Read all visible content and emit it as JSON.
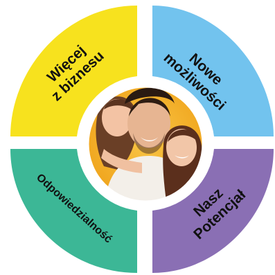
{
  "quadrants": {
    "top_left": {
      "lines": [
        "Więcej",
        "z biznesu"
      ],
      "color": "#f7e21e"
    },
    "top_right": {
      "lines": [
        "Nowe",
        "możliwości"
      ],
      "color": "#72c3ee"
    },
    "bottom_left": {
      "lines": [
        "Odpowiedzialność"
      ],
      "color": "#3cb796"
    },
    "bottom_right": {
      "lines": [
        "Nasz",
        "Potencjał"
      ],
      "color": "#8a6fb4"
    }
  },
  "center_photo": {
    "subject": "smiling family of three",
    "background_color": "#f2aa1f"
  }
}
